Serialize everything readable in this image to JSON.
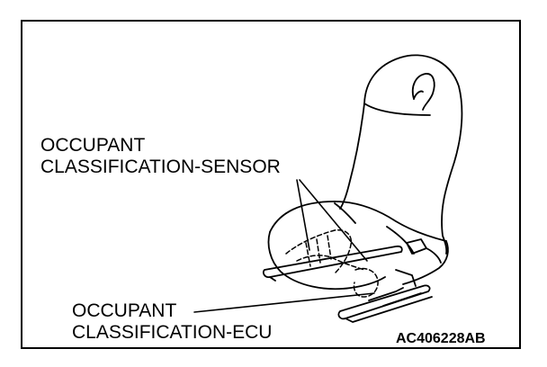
{
  "sensor_label": {
    "line1": "OCCUPANT",
    "line2": "CLASSIFICATION-SENSOR"
  },
  "ecu_label": {
    "line1": "OCCUPANT",
    "line2": "CLASSIFICATION-ECU"
  },
  "figure_code": "AC406228AB"
}
